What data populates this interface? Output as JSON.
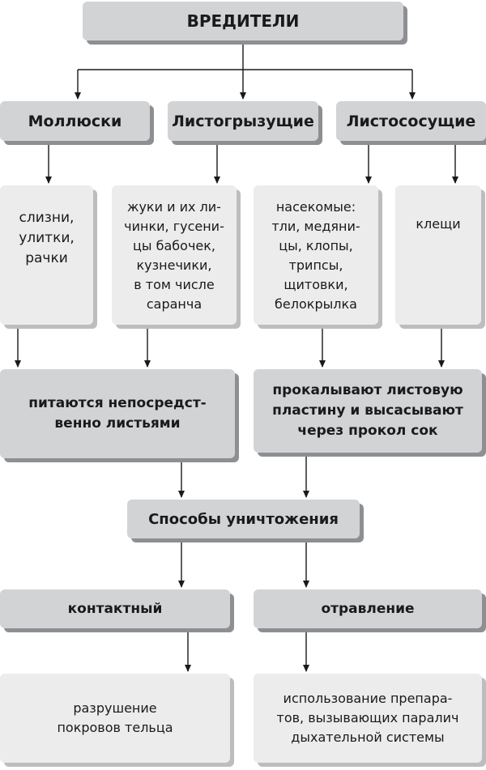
{
  "title": "ВРЕДИТЕЛИ",
  "categories": {
    "molluscs": "Моллюски",
    "leaf_chewing": "Листогрызущие",
    "leaf_sucking": "Листососущие"
  },
  "examples": {
    "molluscs": "слизни,\nулитки,\nрачки",
    "chewing": "жуки и их ли-\nчинки, гусени-\nцы бабочек,\nкузнечики,\nв том числе\nсаранча",
    "insects": "насекомые:\nтли, медяни-\nцы, клопы,\nтрипсы,\nщитовки,\nбелокрылка",
    "mites": "клещи"
  },
  "feeding": {
    "direct": "питаются непосредст-\nвенно листьями",
    "suck": "прокалывают листовую\nпластину и высасывают\nчерез прокол сок"
  },
  "methods_title": "Способы уничтожения",
  "methods": {
    "contact": "контактный",
    "poison": "отравление"
  },
  "effects": {
    "contact": "разрушение\nпокровов тельца",
    "poison": "использование препара-\nтов, вызывающих паралич\nдыхательной системы"
  },
  "colors": {
    "box_dark": "#d2d3d5",
    "box_light": "#ececec",
    "shadow": "#8e8f92",
    "line": "#1a1a1a"
  }
}
